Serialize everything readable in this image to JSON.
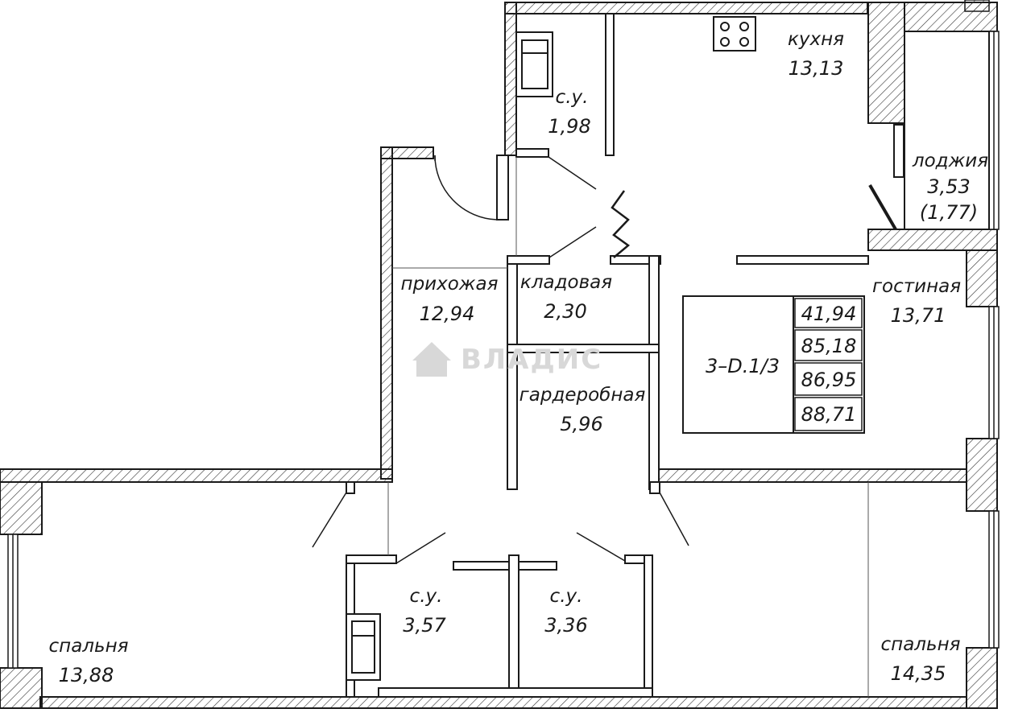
{
  "plan_code": "3–D.1/3",
  "area_totals": [
    "41,94",
    "85,18",
    "86,95",
    "88,71"
  ],
  "watermark": "ВЛАДИС",
  "rooms": [
    {
      "id": "kitchen",
      "name": "кухня",
      "area": "13,13"
    },
    {
      "id": "wc1",
      "name": "с.у.",
      "area": "1,98"
    },
    {
      "id": "loggia",
      "name": "лоджия",
      "area": "3,53",
      "sub_area": "(1,77)"
    },
    {
      "id": "hallway",
      "name": "прихожая",
      "area": "12,94"
    },
    {
      "id": "storage",
      "name": "кладовая",
      "area": "2,30"
    },
    {
      "id": "living",
      "name": "гостиная",
      "area": "13,71"
    },
    {
      "id": "wardrobe",
      "name": "гардеробная",
      "area": "5,96"
    },
    {
      "id": "wc2",
      "name": "с.у.",
      "area": "3,57"
    },
    {
      "id": "wc3",
      "name": "с.у.",
      "area": "3,36"
    },
    {
      "id": "bedroom1",
      "name": "спальня",
      "area": "13,88"
    },
    {
      "id": "bedroom2",
      "name": "спальня",
      "area": "14,35"
    }
  ]
}
